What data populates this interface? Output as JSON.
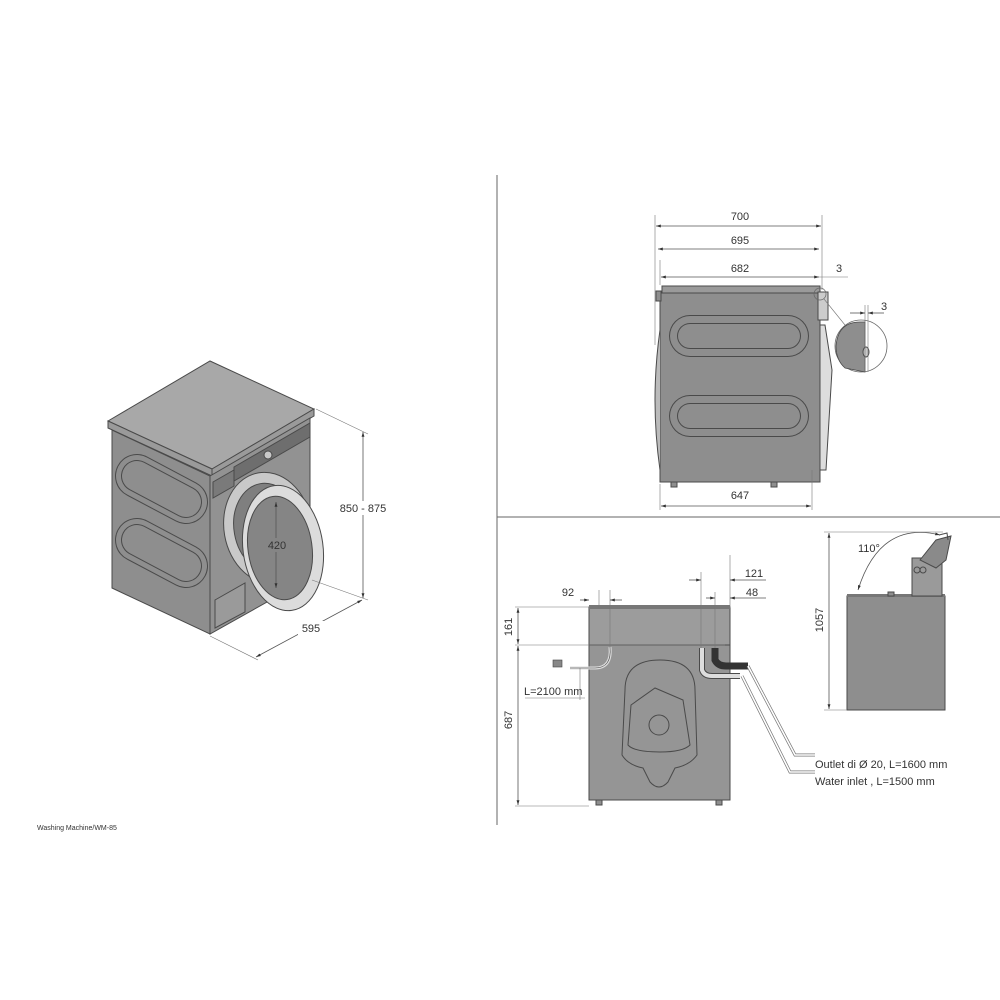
{
  "caption": "Washing Machine/WM-85",
  "iso_view": {
    "height": "850 - 875",
    "width": "595",
    "door": "420"
  },
  "side_view": {
    "d700": "700",
    "d695": "695",
    "d682": "682",
    "d3a": "3",
    "d3b": "3",
    "d647": "647"
  },
  "back_view": {
    "d92": "92",
    "d121": "121",
    "d48": "48",
    "d161": "161",
    "d687": "687",
    "cable": "L=2100 mm",
    "outlet": "Outlet di Ø 20, L=1600 mm",
    "inlet": "Water inlet , L=1500 mm"
  },
  "lid_view": {
    "angle": "110°",
    "height": "1057"
  },
  "colors": {
    "body": "#8e8e8e",
    "outline": "#4a4a4a",
    "dimension": "#555555"
  }
}
